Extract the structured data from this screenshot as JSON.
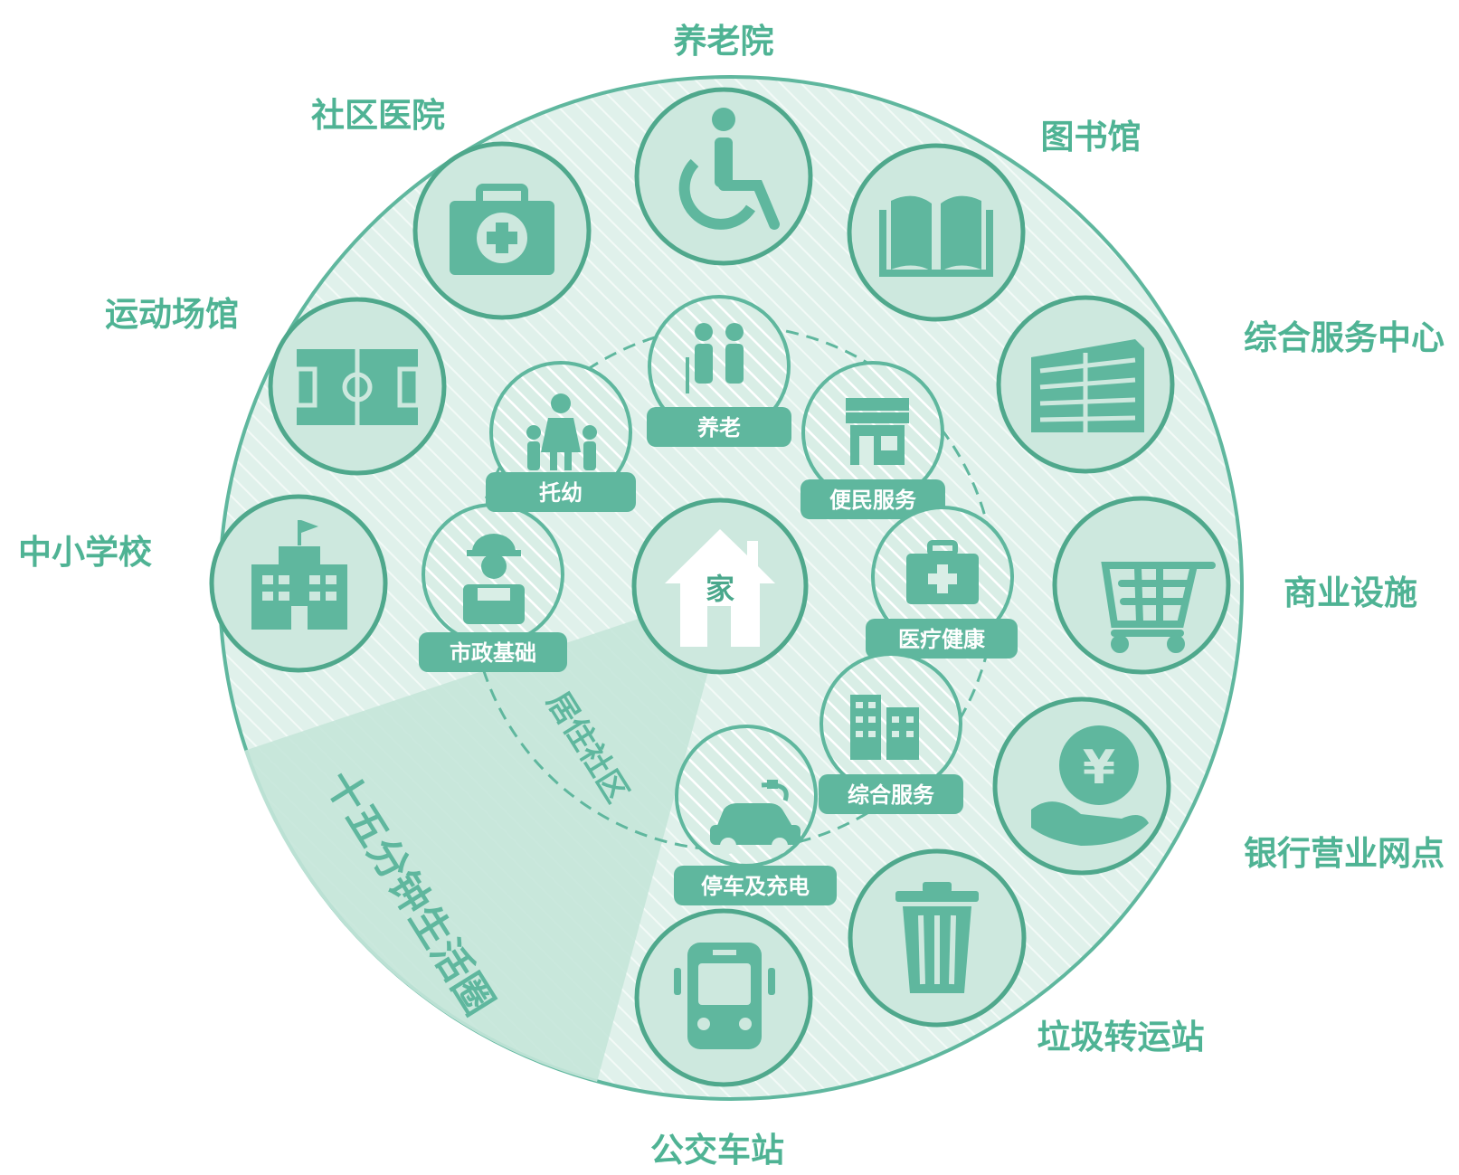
{
  "colors": {
    "primary": "#5fb79e",
    "dark": "#4aa88c",
    "outer_fill": "#dff0ea",
    "wedge_fill": "#c8e6dc",
    "icon_circle_fill": "#cce8de",
    "label_color": "#4fb394"
  },
  "outer_ring": {
    "zone_label": "十五分钟生活圈",
    "facilities": [
      {
        "id": "elderly-home",
        "label": "养老院",
        "icon": "wheelchair-icon"
      },
      {
        "id": "library",
        "label": "图书馆",
        "icon": "open-book-icon"
      },
      {
        "id": "service-center",
        "label": "综合服务中心",
        "icon": "office-building-icon"
      },
      {
        "id": "commercial",
        "label": "商业设施",
        "icon": "shopping-cart-icon"
      },
      {
        "id": "bank",
        "label": "银行营业网点",
        "icon": "yuan-coin-hand-icon"
      },
      {
        "id": "garbage",
        "label": "垃圾转运站",
        "icon": "trash-can-icon"
      },
      {
        "id": "bus-stop",
        "label": "公交车站",
        "icon": "bus-icon"
      },
      {
        "id": "school",
        "label": "中小学校",
        "icon": "school-building-icon"
      },
      {
        "id": "stadium",
        "label": "运动场馆",
        "icon": "soccer-field-icon"
      },
      {
        "id": "clinic",
        "label": "社区医院",
        "icon": "medical-kit-icon"
      }
    ]
  },
  "inner_ring": {
    "zone_label": "居住社区",
    "services": [
      {
        "id": "eldercare",
        "label": "养老",
        "icon": "elderly-couple-icon"
      },
      {
        "id": "convenience",
        "label": "便民服务",
        "icon": "shop-front-icon"
      },
      {
        "id": "healthcare",
        "label": "医疗健康",
        "icon": "medical-kit-icon"
      },
      {
        "id": "integrated-service",
        "label": "综合服务",
        "icon": "buildings-icon"
      },
      {
        "id": "parking",
        "label": "停车及充电",
        "icon": "electric-car-icon"
      },
      {
        "id": "municipal",
        "label": "市政基础",
        "icon": "worker-icon"
      },
      {
        "id": "childcare",
        "label": "托幼",
        "icon": "family-icon"
      }
    ]
  },
  "center": {
    "label": "家",
    "icon": "house-icon"
  }
}
